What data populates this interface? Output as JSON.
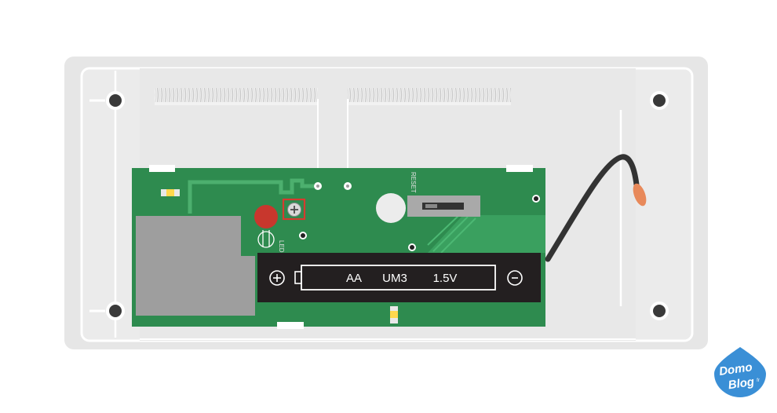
{
  "diagram": {
    "board_labels": {
      "reset": "RESET",
      "led": "LED"
    },
    "battery": {
      "plus_symbol": "+",
      "minus_symbol": "-",
      "size": "AA",
      "code": "UM3",
      "voltage": "1.5V"
    },
    "logo": {
      "line1": "Domo",
      "line2": "Blog",
      "suffix": "fr"
    }
  },
  "colors": {
    "case_outer": "#e6e6e6",
    "case_inner": "#ebebeb",
    "pcb": "#2e8b4f",
    "pcb_trace": "#3aa05f",
    "battery_holder": "#231f20",
    "led": "#c8372d",
    "cable": "#333333",
    "cable_tip": "#e8895a",
    "logo_blue": "#3a8fd6"
  }
}
